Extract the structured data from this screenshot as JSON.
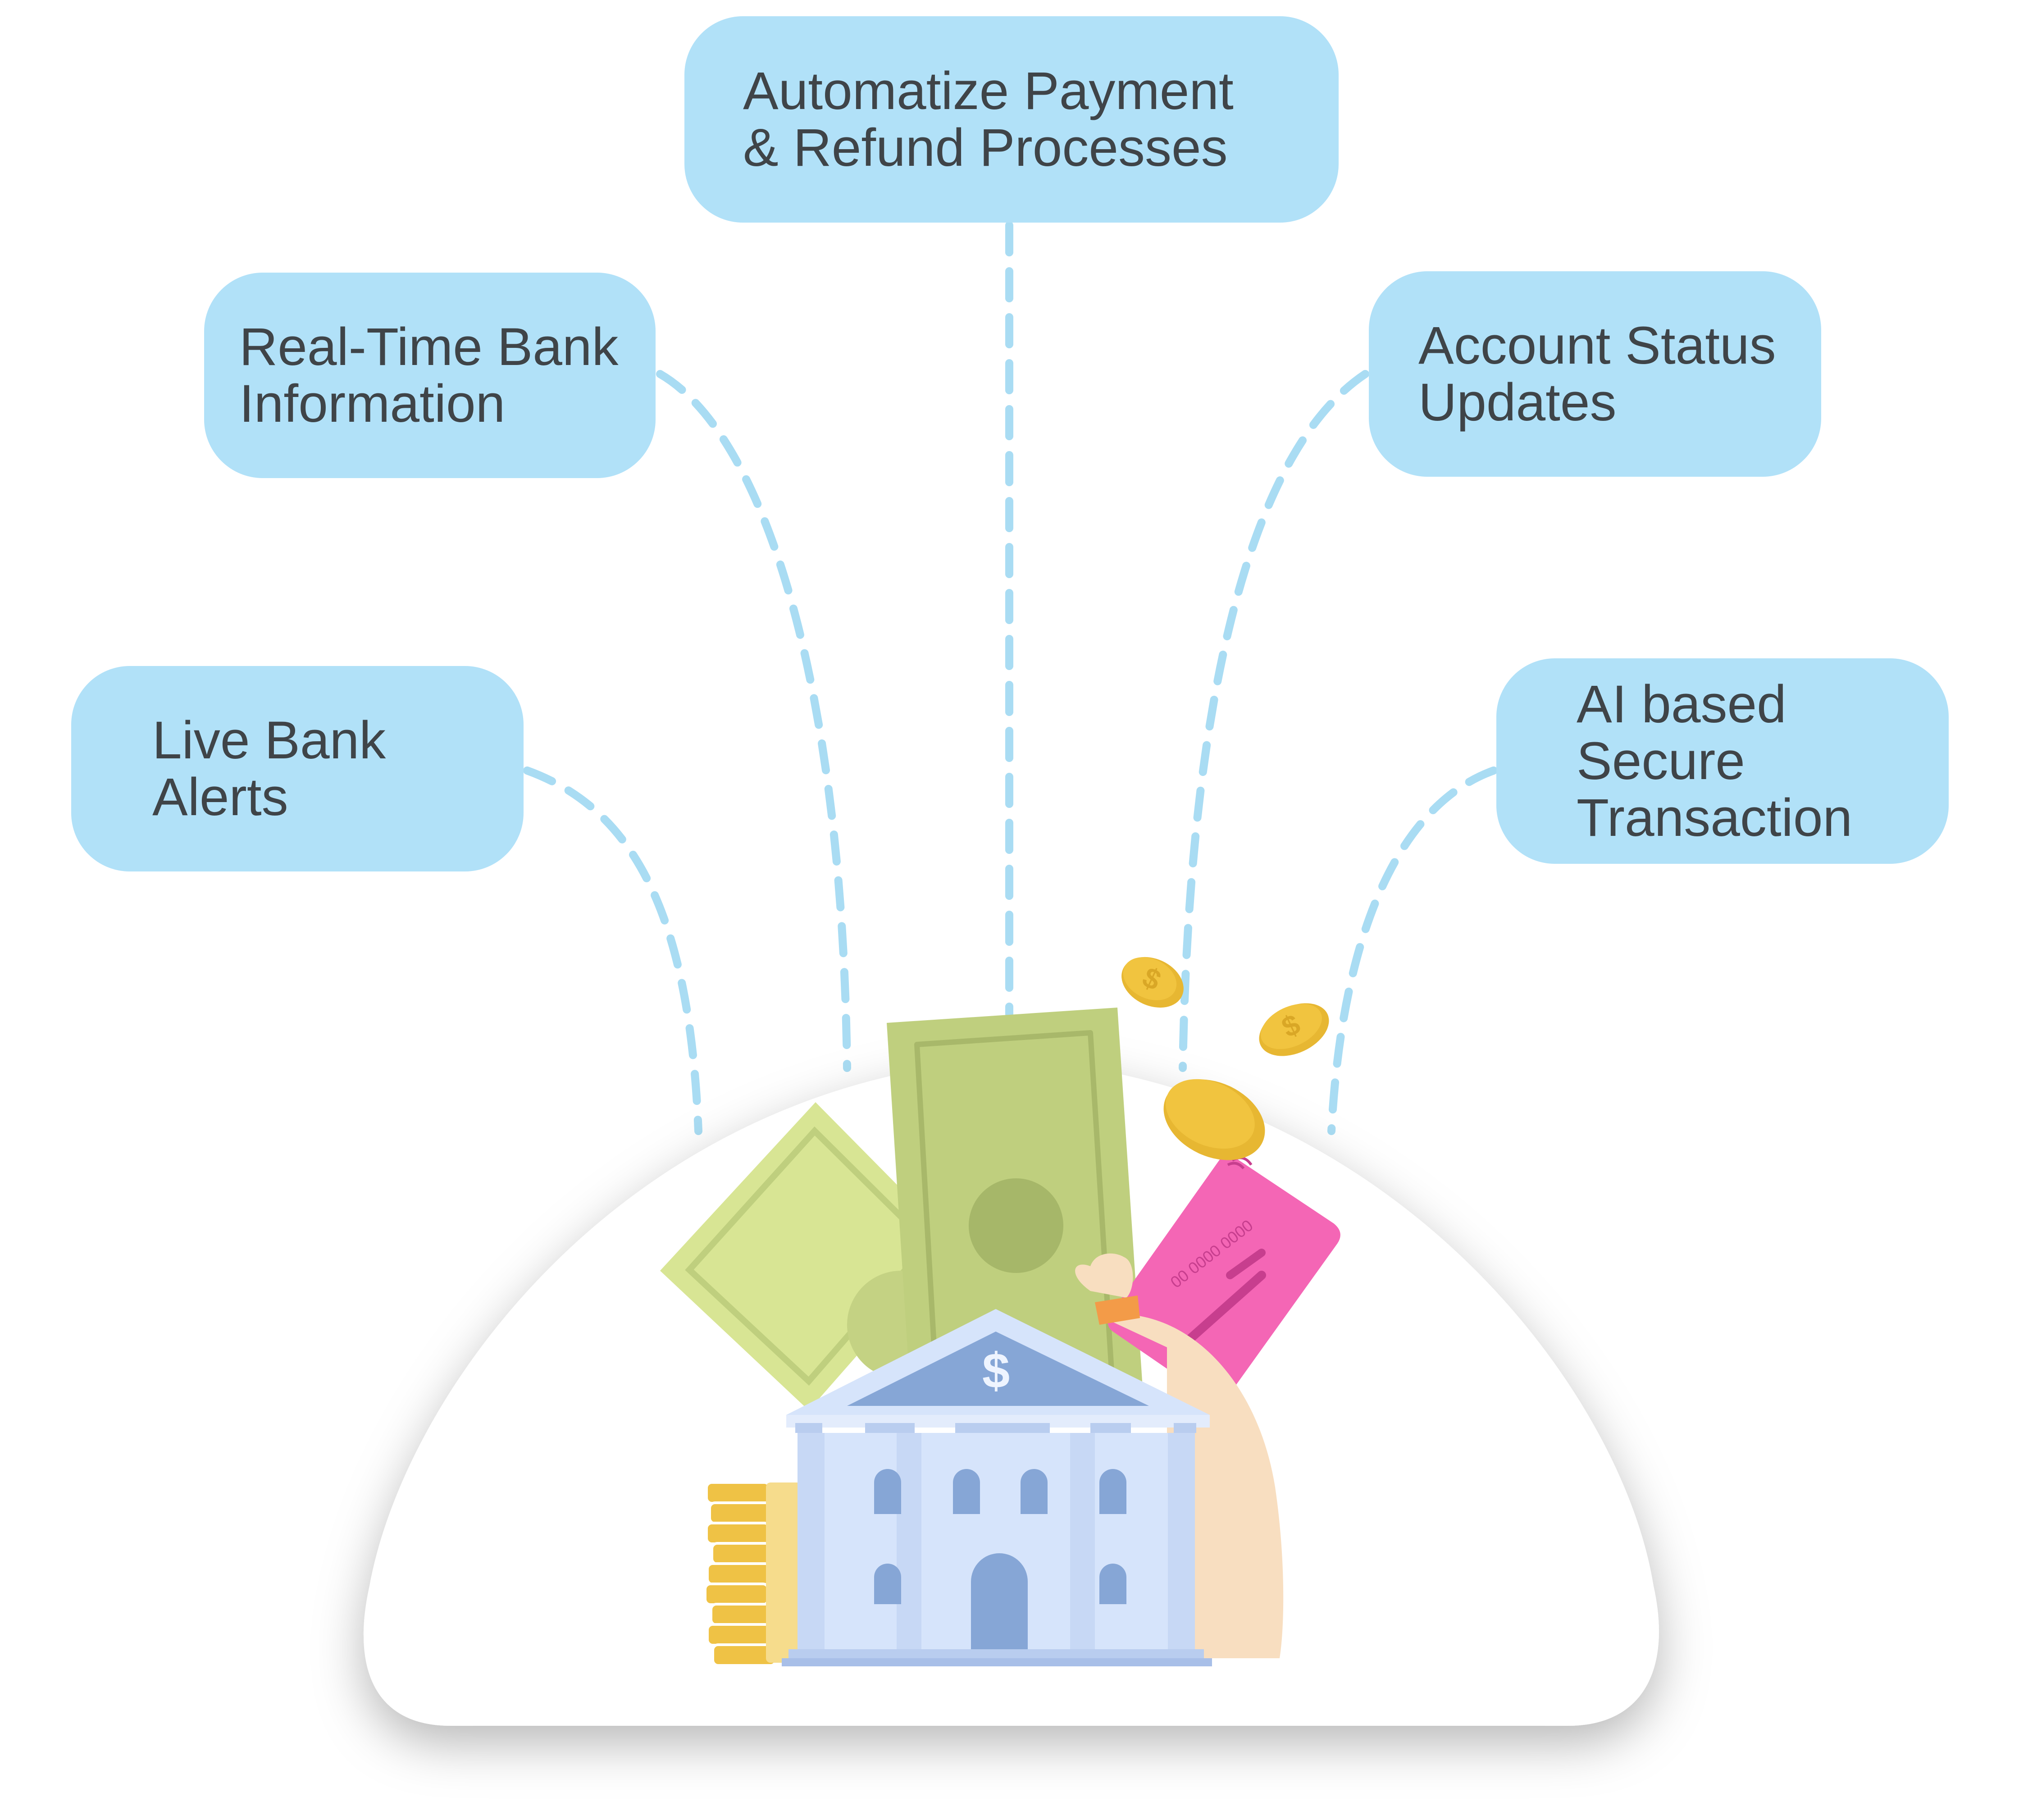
{
  "features": [
    {
      "id": "automatize",
      "lines": [
        "Automatize Payment",
        "& Refund Processes"
      ]
    },
    {
      "id": "realtime",
      "lines": [
        "Real-Time Bank",
        "Information"
      ]
    },
    {
      "id": "account",
      "lines": [
        "Account Status",
        "Updates"
      ]
    },
    {
      "id": "live",
      "lines": [
        "Live Bank",
        "Alerts"
      ]
    },
    {
      "id": "ai",
      "lines": [
        "AI based",
        "Secure",
        "Transaction"
      ]
    }
  ],
  "illustration": {
    "bank_symbol": "$",
    "card_number": "00 0000 0000",
    "icons": [
      "bank-building-icon",
      "dollar-bill-icon",
      "credit-card-icon",
      "money-bag-icon",
      "gold-coin-icon",
      "coin-stack-icon"
    ]
  },
  "colors": {
    "box_fill": "#b1e1f8",
    "text": "#3f4448",
    "connector": "#a9dcf3",
    "bank": "#d6e4fb",
    "bank_roof": "#86a6d6",
    "bill_dark": "#bfcf7e",
    "bill_light": "#d8e594",
    "card": "#f466b5",
    "coin": "#f1c43f",
    "bag": "#f8dec0"
  }
}
